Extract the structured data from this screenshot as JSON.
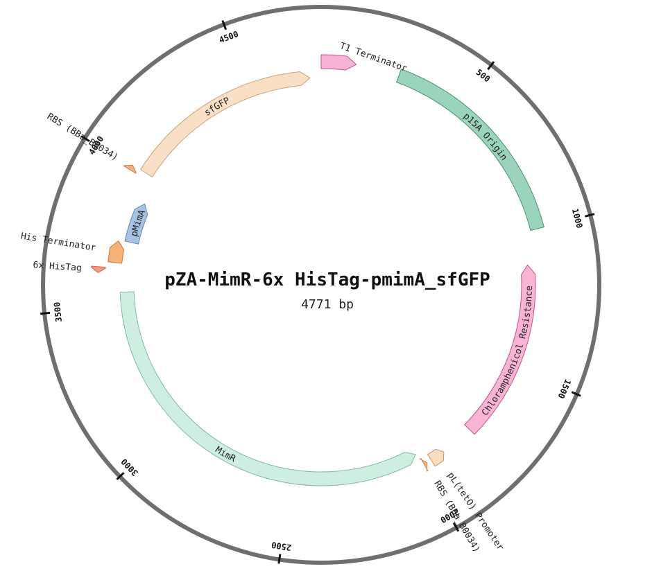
{
  "plasmid": {
    "name": "pZA-MimR-6x HisTag-pmimA_sfGFP",
    "length_label": "4771 bp",
    "length_bp": 4771
  },
  "ticks": [
    {
      "bp": 500,
      "label": "500"
    },
    {
      "bp": 1000,
      "label": "1000"
    },
    {
      "bp": 1500,
      "label": "1500"
    },
    {
      "bp": 2000,
      "label": "2000"
    },
    {
      "bp": 2500,
      "label": "2500"
    },
    {
      "bp": 3000,
      "label": "3000"
    },
    {
      "bp": 3500,
      "label": "3500"
    },
    {
      "bp": 4000,
      "label": "4000"
    },
    {
      "bp": 4500,
      "label": "4500"
    }
  ],
  "features": [
    {
      "id": "t1-terminator",
      "name": "T1 Terminator",
      "start": 4771,
      "end": 120,
      "strand": 1,
      "fill": "#f7b3d6",
      "stroke": "#c2508f",
      "track": "outer",
      "label_mode": "outside-text"
    },
    {
      "id": "p15a-origin",
      "name": "p15A Origin",
      "start": 270,
      "end": 1000,
      "strand": 0,
      "fill": "#9ad4bd",
      "stroke": "#4e8f76",
      "track": "outer",
      "label_mode": "arc"
    },
    {
      "id": "chloramphenicol-resistance",
      "name": "Chloramphenicol Resistance",
      "start": 1120,
      "end": 1780,
      "strand": -1,
      "fill": "#f8b4d4",
      "stroke": "#c35589",
      "track": "middle",
      "label_mode": "arc"
    },
    {
      "id": "pl-teto-promoter",
      "name": "pL(tetO) Promoter",
      "start": 1905,
      "end": 1960,
      "strand": -1,
      "fill": "#f8ddc1",
      "stroke": "#c49a6c",
      "track": "middle",
      "label_mode": "callout"
    },
    {
      "id": "rbs-mimr",
      "name": "RBS (BBa_B0034)",
      "start": 1978,
      "end": 1990,
      "strand": -1,
      "fill": "#f7b385",
      "stroke": "#cf7a3e",
      "track": "middle",
      "label_mode": "callout"
    },
    {
      "id": "mimr",
      "name": "MimR",
      "start": 2000,
      "end": 3550,
      "strand": -1,
      "fill": "#cdeee1",
      "stroke": "#7fb9a3",
      "track": "inner",
      "label_mode": "arc"
    },
    {
      "id": "his-tag",
      "name": "6x HisTag",
      "start": 3620,
      "end": 3640,
      "strand": -1,
      "fill": "#f59d85",
      "stroke": "#c75f43",
      "track": "outer",
      "label_mode": "callout"
    },
    {
      "id": "his-terminator",
      "name": "His Terminator",
      "start": 3660,
      "end": 3740,
      "strand": 1,
      "fill": "#f7b276",
      "stroke": "#c97a35",
      "track": "middle",
      "label_mode": "callout"
    },
    {
      "id": "pmima",
      "name": "pMimA",
      "start": 3745,
      "end": 3905,
      "strand": 1,
      "fill": "#a7c3e4",
      "stroke": "#5f86b6",
      "track": "inner",
      "label_mode": "arc"
    },
    {
      "id": "rbs-sfgfp",
      "name": "RBS (BBa_B0034)",
      "start": 3990,
      "end": 4008,
      "strand": 1,
      "fill": "#f7b385",
      "stroke": "#cf7a3e",
      "track": "outer",
      "label_mode": "callout"
    },
    {
      "id": "sfgfp",
      "name": "sfGFP",
      "start": 4010,
      "end": 4730,
      "strand": 1,
      "fill": "#f9dfc6",
      "stroke": "#caa276",
      "track": "middle",
      "label_mode": "arc"
    }
  ],
  "colors": {
    "backbone": "#6f6f6f",
    "tick": "#111111"
  }
}
